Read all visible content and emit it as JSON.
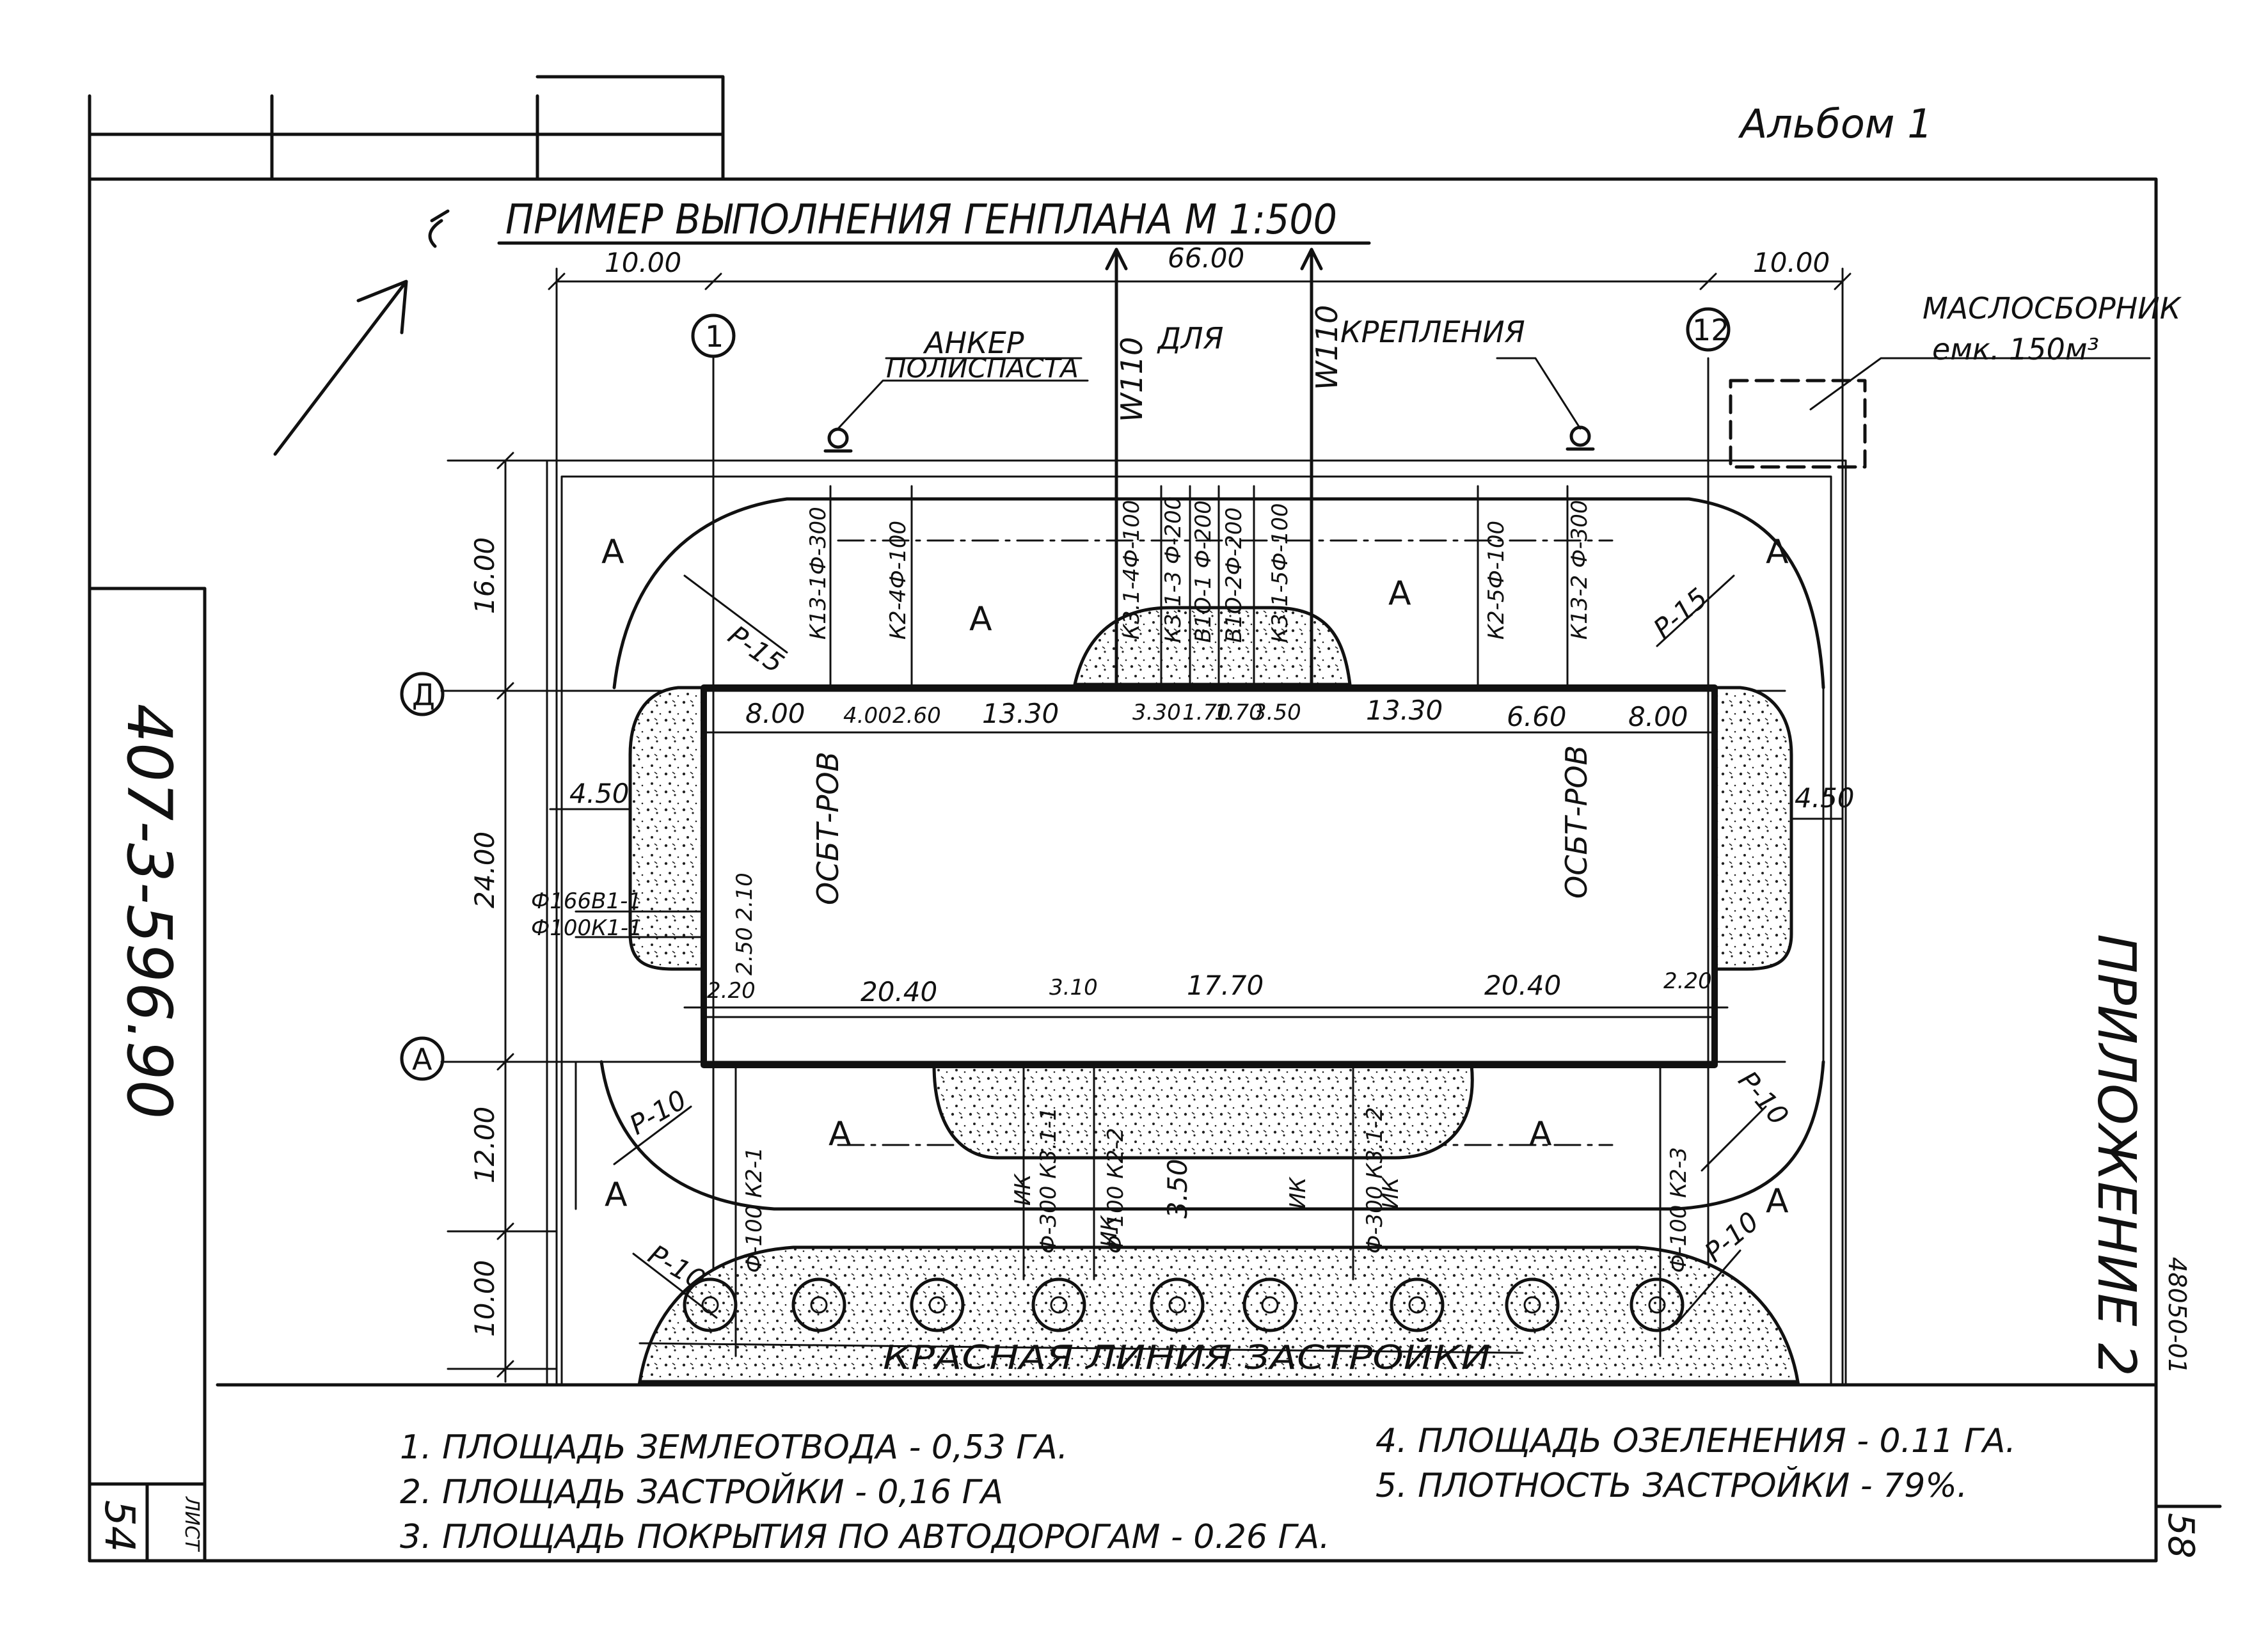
{
  "header": {
    "album": "Альбом 1",
    "title": "ПРИМЕР ВЫПОЛНЕНИЯ ГЕНПЛАНА М 1:500"
  },
  "stamp": {
    "project_code": "407-3-596.90",
    "appendix": "ПРИЛОЖЕНИЕ 2",
    "sheet_label": "ЛИСТ",
    "sheet_number": "54",
    "page_number": "58",
    "archive_number": "48050-01"
  },
  "dimensions": {
    "top": [
      "10.00",
      "66.00",
      "10.00"
    ],
    "left": [
      "16.00",
      "24.00",
      "12.00",
      "10.00"
    ],
    "building_top": [
      "8.00",
      "4.00",
      "2.60",
      "13.30",
      "3.30",
      "1.70",
      "1.70",
      "3.50",
      "13.30",
      "6.60",
      "8.00"
    ],
    "building_bottom": [
      "2.20",
      "20.40",
      "3.10",
      "17.70",
      "20.40",
      "2.20"
    ],
    "side_left": "4.50",
    "side_right": "4.50",
    "small_left": [
      "2.10",
      "2.50"
    ],
    "porch": "3.50"
  },
  "axes": {
    "col_1": "1",
    "col_12": "12",
    "row_d": "Д",
    "row_a": "А"
  },
  "labels": {
    "anchor_1": "АНКЕР",
    "anchor_2": "ДЛЯ",
    "anchor_3": "КРЕПЛЕНИЯ",
    "anchor_sub": "ПОЛИСПАСТА",
    "oil_tank_1": "МАСЛОСБОРНИК",
    "oil_tank_2": "емк. 150м³",
    "red_line": "КРАСНАЯ ЛИНИЯ ЗАСТРОЙКИ",
    "wall_mark": "W110",
    "settle_left": "ОСБТ-РОВ",
    "settle_right": "ОСБТ-РОВ",
    "zone": "А"
  },
  "pipes": {
    "top": [
      "К13-1Ф-300",
      "К2-4Ф-100",
      "К3.1-4Ф-100",
      "К3.1-3 Ф-200",
      "В1О-1 Ф-200",
      "В1О-2Ф-200",
      "К3.1-5Ф-100",
      "К2-5Ф-100",
      "К13-2 Ф-300"
    ],
    "bottom": [
      "Ф-100 К2-1",
      "Ф-300 К3.1-1",
      "Ф-100 К2-2",
      "Ф-300 К3.1-2",
      "Ф-100 К2-3"
    ],
    "left": [
      "Ф166В1-1",
      "Ф100К1-1"
    ],
    "wells": [
      "ИК",
      "ИК",
      "ИК",
      "ИК"
    ]
  },
  "radii": [
    "Р-15",
    "Р-15",
    "Р-10",
    "Р-10",
    "Р-10",
    "Р-10"
  ],
  "notes": [
    "1. ПЛОЩАДЬ ЗЕМЛЕОТВОДА - 0,53 ГА.",
    "2. ПЛОЩАДЬ ЗАСТРОЙКИ - 0,16 ГА",
    "3. ПЛОЩАДЬ ПОКРЫТИЯ ПО АВТОДОРОГАМ - 0.26 ГА.",
    "4. ПЛОЩАДЬ ОЗЕЛЕНЕНИЯ - 0.11 ГА.",
    "5. ПЛОТНОСТЬ ЗАСТРОЙКИ - 79%."
  ],
  "colors": {
    "ink": "#111111",
    "paper": "#ffffff"
  }
}
